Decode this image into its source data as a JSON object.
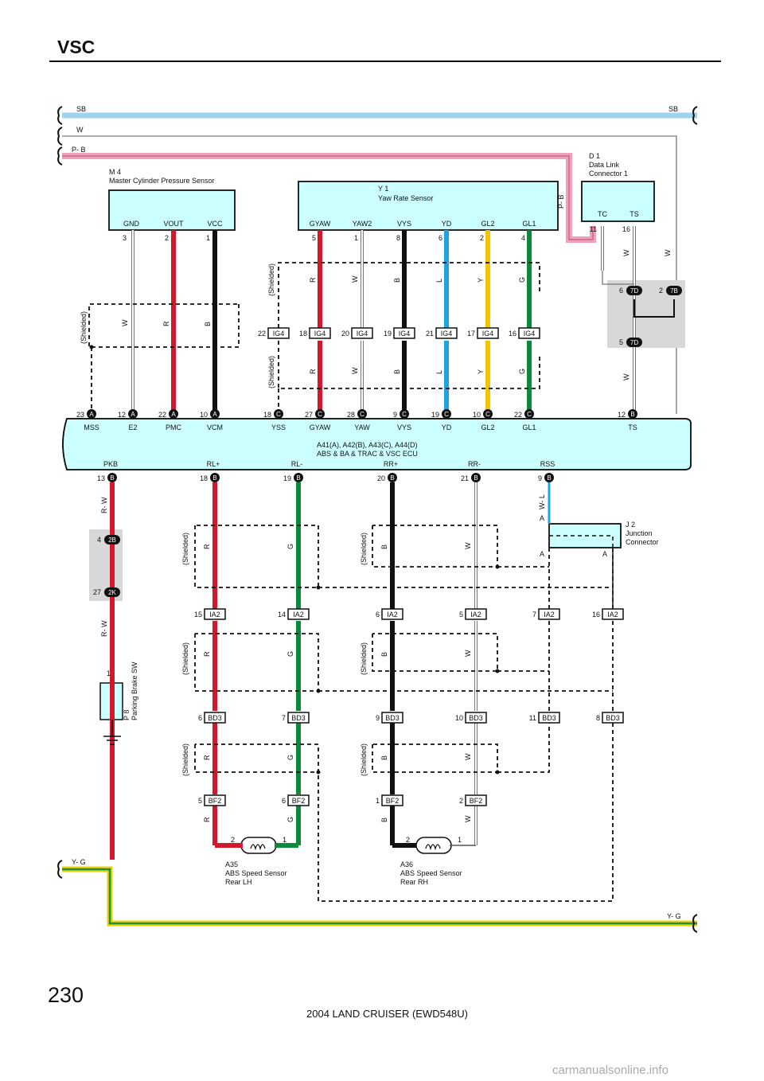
{
  "header": {
    "title": "VSC",
    "page_number": "230",
    "footer": "2004 LAND CRUISER (EWD548U)",
    "watermark": "carmanualsonline.info"
  },
  "colors": {
    "sb": "#9fd4ef",
    "pb": "#f0a0b8",
    "red": "#d4182c",
    "black": "#111111",
    "blue": "#1da5df",
    "yellow": "#f5c400",
    "green": "#0b8a3c",
    "yg_yellow": "#f2cf00",
    "yg_green": "#16923c",
    "component_fill": "#ccffff",
    "splice_bg": "#d8d8d8"
  },
  "rails": {
    "sb": "SB",
    "w": "W",
    "pb": "P- B",
    "yg": "Y- G"
  },
  "shielded": "(Shielded)",
  "components": {
    "m4": {
      "code": "M 4",
      "name": "Master Cylinder Pressure Sensor",
      "terminals": [
        {
          "label": "GND",
          "pin": "3"
        },
        {
          "label": "VOUT",
          "pin": "2"
        },
        {
          "label": "VCC",
          "pin": "1"
        }
      ]
    },
    "y1": {
      "code": "Y 1",
      "name": "Yaw Rate Sensor",
      "terminals": [
        {
          "label": "GYAW",
          "pin": "5"
        },
        {
          "label": "YAW2",
          "pin": "1"
        },
        {
          "label": "VYS",
          "pin": "8"
        },
        {
          "label": "YD",
          "pin": "6"
        },
        {
          "label": "GL2",
          "pin": "2"
        },
        {
          "label": "GL1",
          "pin": "4"
        }
      ]
    },
    "d1": {
      "code": "D 1",
      "name1": "Data Link",
      "name2": "Connector 1",
      "terminals": [
        {
          "label": "TC",
          "pin": "11"
        },
        {
          "label": "TS",
          "pin": "16"
        }
      ]
    },
    "ecu": {
      "line1": "A41(A), A42(B), A43(C), A44(D)",
      "line2": "ABS & BA & TRAC & VSC ECU",
      "top_terms": [
        {
          "pin": "23",
          "c": "A",
          "label": "MSS"
        },
        {
          "pin": "12",
          "c": "A",
          "label": "E2"
        },
        {
          "pin": "22",
          "c": "A",
          "label": "PMC"
        },
        {
          "pin": "10",
          "c": "A",
          "label": "VCM"
        },
        {
          "pin": "18",
          "c": "C",
          "label": "YSS"
        },
        {
          "pin": "27",
          "c": "C",
          "label": "GYAW"
        },
        {
          "pin": "28",
          "c": "C",
          "label": "YAW"
        },
        {
          "pin": "9",
          "c": "C",
          "label": "VYS"
        },
        {
          "pin": "19",
          "c": "C",
          "label": "YD"
        },
        {
          "pin": "10",
          "c": "C",
          "label": "GL2"
        },
        {
          "pin": "22",
          "c": "C",
          "label": "GL1"
        },
        {
          "pin": "12",
          "c": "B",
          "label": "TS"
        }
      ],
      "bottom_terms": [
        {
          "pin": "13",
          "c": "B",
          "label": "PKB"
        },
        {
          "pin": "18",
          "c": "B",
          "label": "RL+"
        },
        {
          "pin": "19",
          "c": "B",
          "label": "RL-"
        },
        {
          "pin": "20",
          "c": "B",
          "label": "RR+"
        },
        {
          "pin": "21",
          "c": "B",
          "label": "RR-"
        },
        {
          "pin": "9",
          "c": "B",
          "label": "RSS"
        }
      ]
    },
    "j2": {
      "code": "J 2",
      "name1": "Junction",
      "name2": "Connector",
      "a": "A"
    },
    "p8": {
      "code": "P 8",
      "name": "Parking Brake SW",
      "pin": "1"
    },
    "a35": {
      "code": "A35",
      "name1": "ABS Speed Sensor",
      "name2": "Rear LH",
      "pin2": "2",
      "pin1": "1"
    },
    "a36": {
      "code": "A36",
      "name1": "ABS Speed Sensor",
      "name2": "Rear RH",
      "pin2": "2",
      "pin1": "1"
    }
  },
  "connectors": {
    "ig4": [
      {
        "pin": "22",
        "id": "IG4"
      },
      {
        "pin": "18",
        "id": "IG4"
      },
      {
        "pin": "20",
        "id": "IG4"
      },
      {
        "pin": "19",
        "id": "IG4"
      },
      {
        "pin": "21",
        "id": "IG4"
      },
      {
        "pin": "17",
        "id": "IG4"
      },
      {
        "pin": "16",
        "id": "IG4"
      }
    ],
    "ia2": [
      {
        "pin": "15",
        "id": "IA2"
      },
      {
        "pin": "14",
        "id": "IA2"
      },
      {
        "pin": "6",
        "id": "IA2"
      },
      {
        "pin": "5",
        "id": "IA2"
      },
      {
        "pin": "7",
        "id": "IA2"
      },
      {
        "pin": "16",
        "id": "IA2"
      }
    ],
    "bd3": [
      {
        "pin": "6",
        "id": "BD3"
      },
      {
        "pin": "7",
        "id": "BD3"
      },
      {
        "pin": "9",
        "id": "BD3"
      },
      {
        "pin": "10",
        "id": "BD3"
      },
      {
        "pin": "11",
        "id": "BD3"
      },
      {
        "pin": "8",
        "id": "BD3"
      }
    ],
    "bf2": [
      {
        "pin": "5",
        "id": "BF2"
      },
      {
        "pin": "6",
        "id": "BF2"
      },
      {
        "pin": "1",
        "id": "BF2"
      },
      {
        "pin": "2",
        "id": "BF2"
      }
    ],
    "j7d_top": {
      "pin": "6",
      "id": "7D"
    },
    "j7b": {
      "pin": "2",
      "id": "7B"
    },
    "j7d_bot": {
      "pin": "5",
      "id": "7D"
    },
    "j2b": {
      "pin": "4",
      "id": "2B"
    },
    "j2k": {
      "pin": "27",
      "id": "2K"
    }
  },
  "wire_colors": {
    "w": "W",
    "r": "R",
    "b": "B",
    "l": "L",
    "y": "Y",
    "g": "G",
    "rw": "R- W",
    "wl": "W- L",
    "pb": "P- B"
  }
}
